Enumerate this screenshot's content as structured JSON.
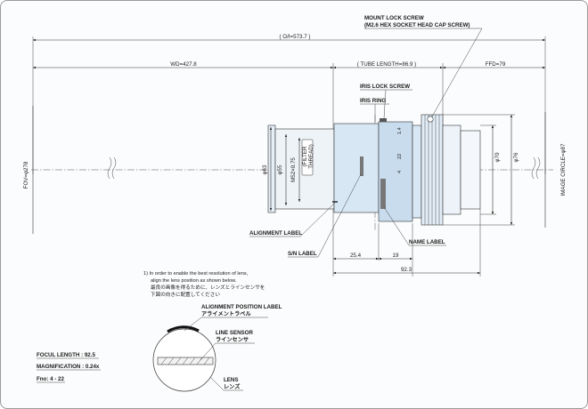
{
  "labels": {
    "oal": "( O/I=573.7 )",
    "wd": "WD=427.8",
    "tube": "( TUBE LENGTH=86.9 )",
    "ffd": "FFD=79",
    "mount_screw_1": "MOUNT LOCK SCREW",
    "mount_screw_2": "(M2.6 HEX SOCKET HEAD CAP SCREW)",
    "iris_lock": "IRIS LOCK SCREW",
    "iris_ring": "IRIS RING",
    "fov": "FOV=φ278",
    "image_circle": "IMAGE CIRCLE=φ87",
    "d63": "φ63",
    "d55": "φ55",
    "m52": "M52×0.75",
    "filter": "(FILTER",
    "thread": "THREAD)",
    "d70": "φ70",
    "d76": "φ76",
    "alignment_label": "ALIGNMENT LABEL",
    "sn_label": "S/N LABEL",
    "name_label": "NAME LABEL",
    "dim_25_4": "25.4",
    "dim_19": "19",
    "dim_92_3": "92.3",
    "scale_1": "1.4",
    "scale_2": "22",
    "scale_3": "4"
  },
  "note": {
    "line1": "1) In order to enable the best resolution of lens,",
    "line2": "align the lens position as shown below.",
    "line3": "最良の画像を得るために、レンズとラインセンサを",
    "line4": "下図の向きに配置してください"
  },
  "inset": {
    "align_pos_en": "ALIGNMENT POSITION LABEL",
    "align_pos_jp": "アライメントラベル",
    "sensor_en": "LINE SENSOR",
    "sensor_jp": "ラインセンサ",
    "lens_en": "LENS",
    "lens_jp": "レンズ"
  },
  "specs": {
    "focal": "FOCUL LENGTH : 92.5",
    "mag": "MAGNIFICATION : 0.24x",
    "fno": "Fno: 4 - 22"
  },
  "colors": {
    "lens_body": "#d7e7f4",
    "lens_body_dark": "#b7d0e6",
    "mount": "#e3eef8"
  }
}
